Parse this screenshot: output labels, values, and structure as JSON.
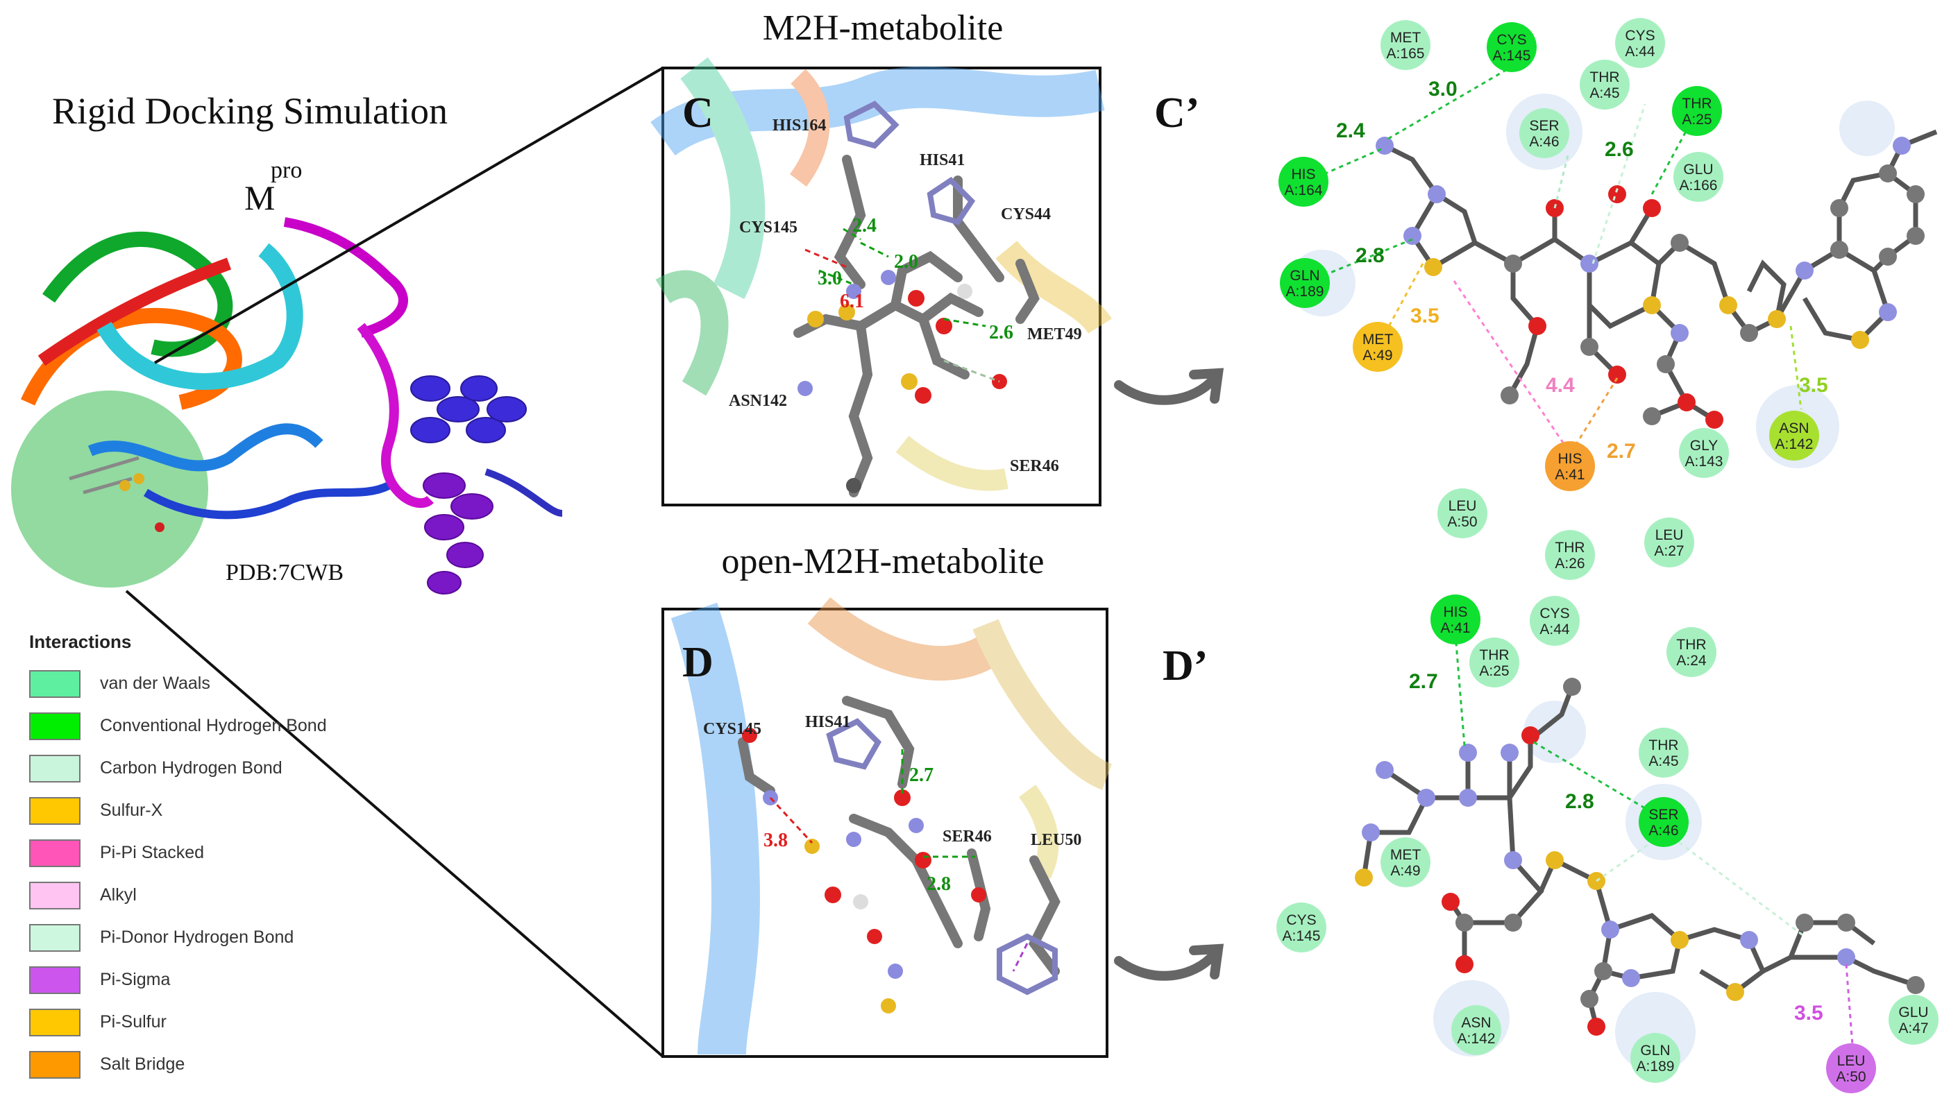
{
  "left": {
    "title": "Rigid Docking Simulation",
    "mpro_main": "M",
    "mpro_sup": "pro",
    "pdb": "PDB:7CWB"
  },
  "panels": {
    "top_title": "M2H-metabolite",
    "bottom_title": "open-M2H-metabolite",
    "label_c": "C",
    "label_c_prime": "C’",
    "label_d": "D",
    "label_d_prime": "D’"
  },
  "panel_c": {
    "residues": [
      "HIS164",
      "HIS41",
      "CYS145",
      "CYS44",
      "MET49",
      "ASN142",
      "SER46"
    ],
    "distances_green": [
      "2.4",
      "2.0",
      "3.0",
      "2.6"
    ],
    "distance_red": "6.1"
  },
  "panel_d": {
    "residues": [
      "CYS145",
      "HIS41",
      "SER46",
      "LEU50"
    ],
    "distances_green": [
      "2.7",
      "2.8"
    ],
    "distance_red": "3.8"
  },
  "panel_c2": {
    "residues": [
      {
        "name": "MET",
        "num": "A:165",
        "kind": "vdw"
      },
      {
        "name": "CYS",
        "num": "A:145",
        "kind": "hbond"
      },
      {
        "name": "CYS",
        "num": "A:44",
        "kind": "vdw"
      },
      {
        "name": "THR",
        "num": "A:45",
        "kind": "vdw"
      },
      {
        "name": "SER",
        "num": "A:46",
        "kind": "vdw"
      },
      {
        "name": "THR",
        "num": "A:25",
        "kind": "hbond"
      },
      {
        "name": "HIS",
        "num": "A:164",
        "kind": "hbond"
      },
      {
        "name": "GLU",
        "num": "A:166",
        "kind": "vdw"
      },
      {
        "name": "GLN",
        "num": "A:189",
        "kind": "hbond"
      },
      {
        "name": "MET",
        "num": "A:49",
        "kind": "sulfur"
      },
      {
        "name": "HIS",
        "num": "A:41",
        "kind": "salt"
      },
      {
        "name": "GLY",
        "num": "A:143",
        "kind": "vdw"
      },
      {
        "name": "ASN",
        "num": "A:142",
        "kind": "pisulf"
      }
    ],
    "distances": [
      "3.0",
      "2.4",
      "2.6",
      "2.8",
      "3.5",
      "4.4",
      "2.7",
      "3.5"
    ]
  },
  "panel_d2": {
    "residues": [
      {
        "name": "LEU",
        "num": "A:50",
        "kind": "vdw"
      },
      {
        "name": "THR",
        "num": "A:26",
        "kind": "vdw"
      },
      {
        "name": "LEU",
        "num": "A:27",
        "kind": "vdw"
      },
      {
        "name": "HIS",
        "num": "A:41",
        "kind": "hbond"
      },
      {
        "name": "CYS",
        "num": "A:44",
        "kind": "vdw"
      },
      {
        "name": "THR",
        "num": "A:25",
        "kind": "vdw"
      },
      {
        "name": "THR",
        "num": "A:24",
        "kind": "vdw"
      },
      {
        "name": "THR",
        "num": "A:45",
        "kind": "vdw"
      },
      {
        "name": "SER",
        "num": "A:46",
        "kind": "hbond"
      },
      {
        "name": "MET",
        "num": "A:49",
        "kind": "vdw"
      },
      {
        "name": "CYS",
        "num": "A:145",
        "kind": "vdw"
      },
      {
        "name": "ASN",
        "num": "A:142",
        "kind": "vdw"
      },
      {
        "name": "GLN",
        "num": "A:189",
        "kind": "vdw"
      },
      {
        "name": "GLU",
        "num": "A:47",
        "kind": "vdw"
      },
      {
        "name": "LEU",
        "num": "A:50",
        "kind": "pisigma"
      }
    ],
    "distances": [
      "2.7",
      "2.8",
      "3.5"
    ]
  },
  "legend": {
    "title": "Interactions",
    "items": [
      {
        "label": "van der Waals",
        "color": "#5ef0a0"
      },
      {
        "label": "Conventional Hydrogen Bond",
        "color": "#00ee00"
      },
      {
        "label": "Carbon Hydrogen Bond",
        "color": "#c9f5dc"
      },
      {
        "label": "Sulfur-X",
        "color": "#ffc800"
      },
      {
        "label": "Pi-Pi Stacked",
        "color": "#ff55b8"
      },
      {
        "label": "Alkyl",
        "color": "#ffc4f2"
      },
      {
        "label": "Pi-Donor Hydrogen Bond",
        "color": "#cdf8df"
      },
      {
        "label": "Pi-Sigma",
        "color": "#cc55ee"
      },
      {
        "label": "Pi-Sulfur",
        "color": "#ffc800"
      },
      {
        "label": "Salt Bridge",
        "color": "#ff9900"
      }
    ]
  }
}
